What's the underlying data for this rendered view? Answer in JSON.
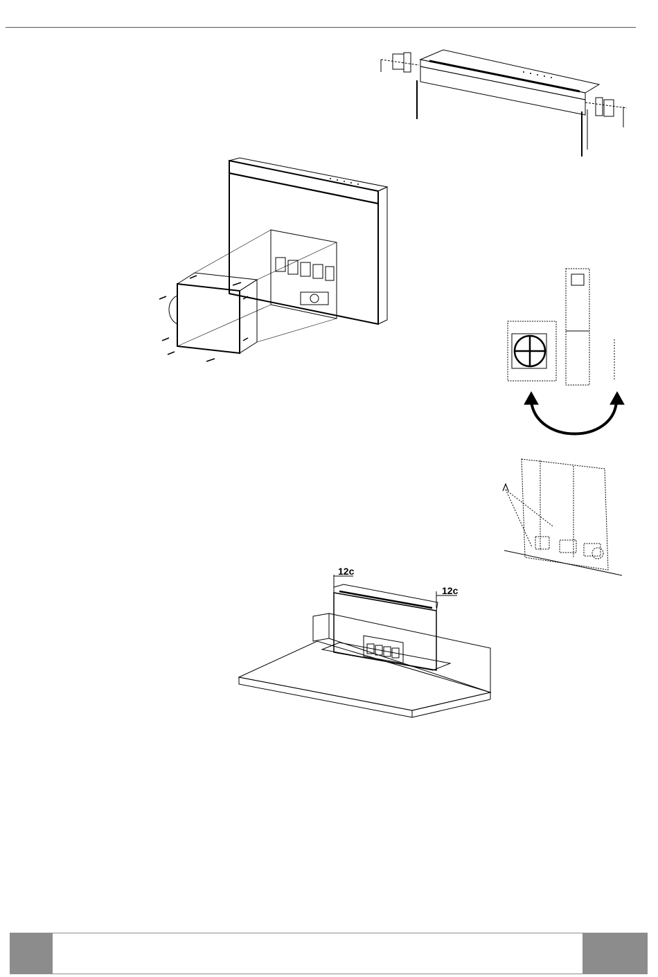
{
  "figures": {
    "fig_top_right": {
      "name": "hood-top-brackets"
    },
    "fig_unit_motor": {
      "name": "unit-with-motor-box"
    },
    "fig_rotate": {
      "name": "motor-rotation-panels"
    },
    "fig_detail": {
      "name": "motor-detail-callout"
    },
    "fig_countertop": {
      "name": "unit-in-countertop"
    }
  },
  "dimensions": {
    "left_label": "12c",
    "right_label": "12c"
  },
  "colors": {
    "line": "#000000",
    "footer_tab": "#8c8c8c"
  }
}
